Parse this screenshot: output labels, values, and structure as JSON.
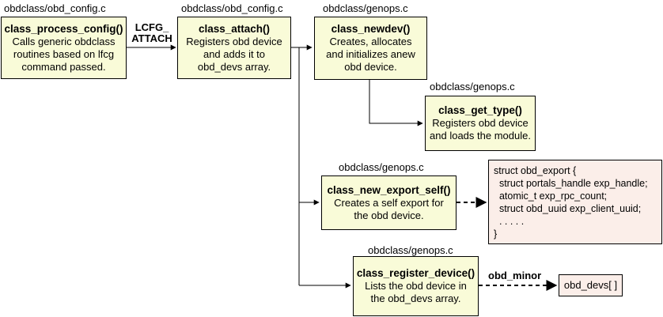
{
  "nodes": {
    "process_config": {
      "file": "obdclass/obd_config.c",
      "name": "class_process_config()",
      "desc": [
        "Calls generic obdclass",
        "routines based on lfcg",
        "command passed."
      ]
    },
    "attach": {
      "file": "obdclass/obd_config.c",
      "name": "class_attach()",
      "desc": [
        "Registers obd device",
        "and adds it to",
        "obd_devs array."
      ]
    },
    "newdev": {
      "file": "obdclass/genops.c",
      "name": "class_newdev()",
      "desc": [
        "Creates, allocates",
        "and initializes anew",
        "obd device."
      ]
    },
    "get_type": {
      "file": "obdclass/genops.c",
      "name": "class_get_type()",
      "desc": [
        "Registers obd device",
        "and loads the module."
      ]
    },
    "new_export_self": {
      "file": "obdclass/genops.c",
      "name": "class_new_export_self()",
      "desc": [
        "Creates a self export for",
        "the obd device."
      ]
    },
    "register_device": {
      "file": "obdclass/genops.c",
      "name": "class_register_device()",
      "desc": [
        "Lists the obd device in",
        "the obd_devs array."
      ]
    }
  },
  "struct_box": {
    "lines": [
      "struct obd_export {",
      "  struct portals_handle exp_handle;",
      "  atomic_t exp_rpc_count;",
      "  struct obd_uuid exp_client_uuid;",
      "  . . . . .",
      "}"
    ]
  },
  "devs_box": {
    "label": "obd_devs[ ]"
  },
  "edge_labels": {
    "lcfg": [
      "LCFG_",
      "ATTACH"
    ],
    "obd_minor": "obd_minor"
  }
}
